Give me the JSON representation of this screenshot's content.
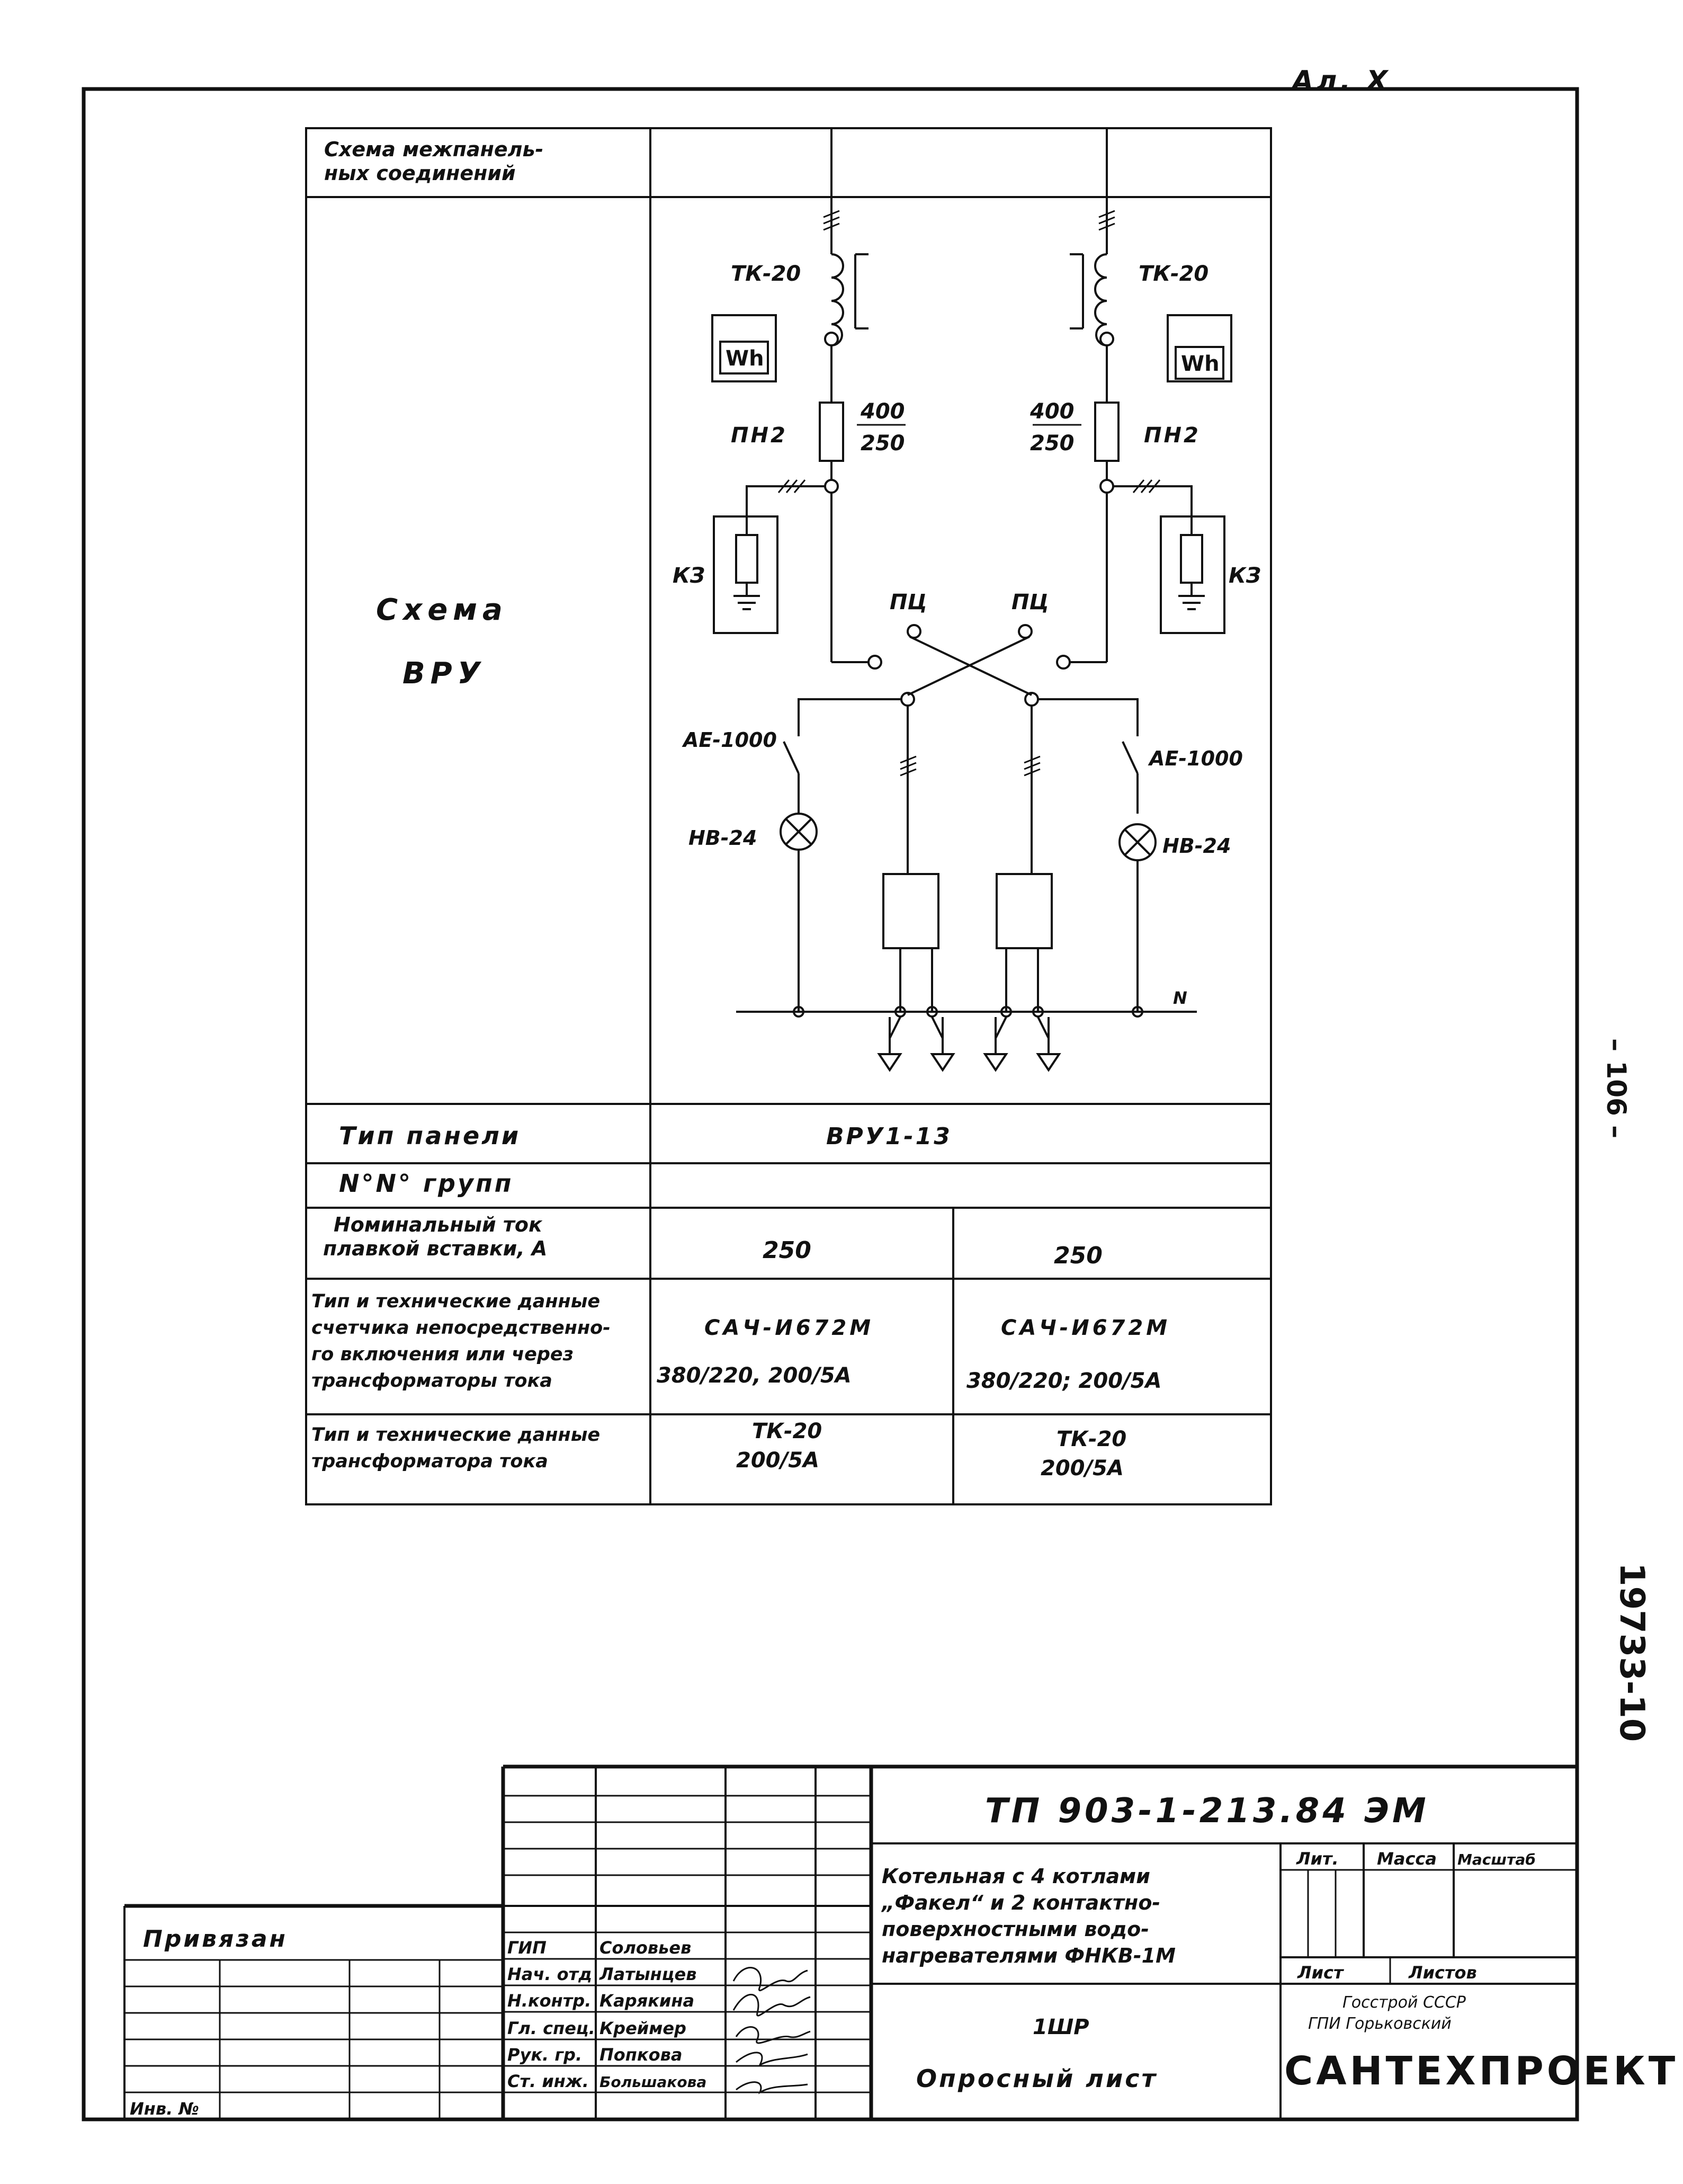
{
  "corner_mark": "Ал. X",
  "side_page_number": "– 106 –",
  "side_archive_number": "19733-10",
  "table": {
    "row_interpanel_label": "Схема межпанель-\nных соединений",
    "row_scheme_label_1": "Схема",
    "row_scheme_label_2": "ВРУ",
    "row_panel_type_label": "Тип панели",
    "row_panel_type_value": "ВРУ1-13",
    "row_groups_label": "N°N° групп",
    "row_current_label_1": "Номинальный ток",
    "row_current_label_2": "плавкой вставки, А",
    "row_current_value_left": "250",
    "row_current_value_right": "250",
    "row_meter_label_1": "Тип и технические данные",
    "row_meter_label_2": "счетчика непосредственно-",
    "row_meter_label_3": "го включения или через",
    "row_meter_label_4": "трансформаторы тока",
    "row_meter_left_1": "САЧ-И672М",
    "row_meter_left_2": "380/220, 200/5А",
    "row_meter_right_1": "САЧ-И672М",
    "row_meter_right_2": "380/220; 200/5А",
    "row_ct_label_1": "Тип и технические данные",
    "row_ct_label_2": "трансформатора тока",
    "row_ct_left_1": "ТК-20",
    "row_ct_left_2": "200/5А",
    "row_ct_right_1": "ТК-20",
    "row_ct_right_2": "200/5А"
  },
  "schematic": {
    "ct_left": "ТК-20",
    "ct_right": "ТК-20",
    "meter_left": "Wh",
    "meter_right": "Wh",
    "fuse_left_label": "ПН2",
    "fuse_right_label": "ПН2",
    "fuse_left_rating_top": "400",
    "fuse_left_rating_bottom": "250",
    "fuse_right_rating_top": "400",
    "fuse_right_rating_bottom": "250",
    "kz_left": "КЗ",
    "kz_right": "КЗ",
    "switch_left": "ПЦ",
    "switch_right": "ПЦ",
    "breaker_left": "АЕ-1000",
    "breaker_right": "АЕ-1000",
    "lamp_left": "НВ-24",
    "lamp_right": "НВ-24",
    "neutral": "N"
  },
  "title_block": {
    "attached_label": "Привязан",
    "inv_label": "Инв. №",
    "roles": [
      "ГИП",
      "Нач. отд",
      "Н.контр.",
      "Гл. спец.",
      "Рук. гр.",
      "Ст. инж."
    ],
    "names": [
      "Соловьев",
      "Латынцев",
      "Карякина",
      "Креймер",
      "Попкова",
      "Большакова"
    ],
    "doc_code": "ТП 903-1-213.84 ЭМ",
    "project_desc_1": "Котельная с 4 котлами",
    "project_desc_2": "„Факел“ и 2 контактно-",
    "project_desc_3": "поверхностными водо-",
    "project_desc_4": "нагревателями ФНКВ-1М",
    "lit_label": "Лит.",
    "mass_label": "Масса",
    "scale_label": "Масштаб",
    "sheet_label": "Лист",
    "sheets_label": "Листов",
    "sheet_code": "1ШР",
    "sheet_title": "Опросный лист",
    "org_1": "Госстрой СССР",
    "org_2": "ГПИ Горьковский",
    "org_3": "САНТЕХПРОЕКТ"
  }
}
